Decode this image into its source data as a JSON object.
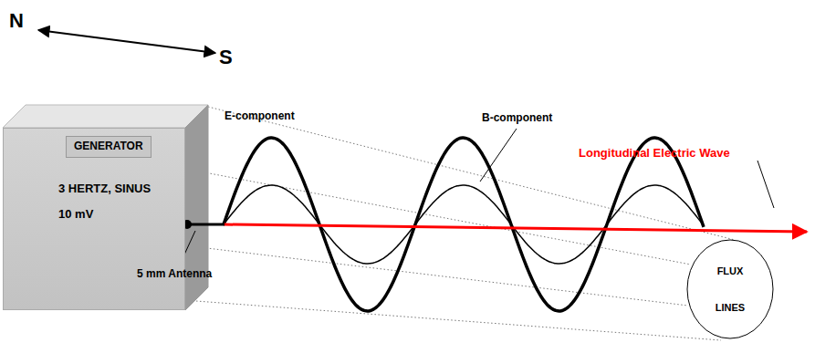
{
  "diagram": {
    "nodes": [
      {
        "text": [
          "3 HERTZ, SINUS",
          "10 mV"
        ]
      },
      {
        "text": [
          "GENERATOR"
        ],
        "in": 0
      },
      {
        "text": [
          "FLUX LINES"
        ]
      }
    ],
    "labels": [
      "N",
      "S",
      "E-component",
      "B-component",
      "5 mm Antenna",
      "Longitudinal Electric Wave"
    ]
  }
}
